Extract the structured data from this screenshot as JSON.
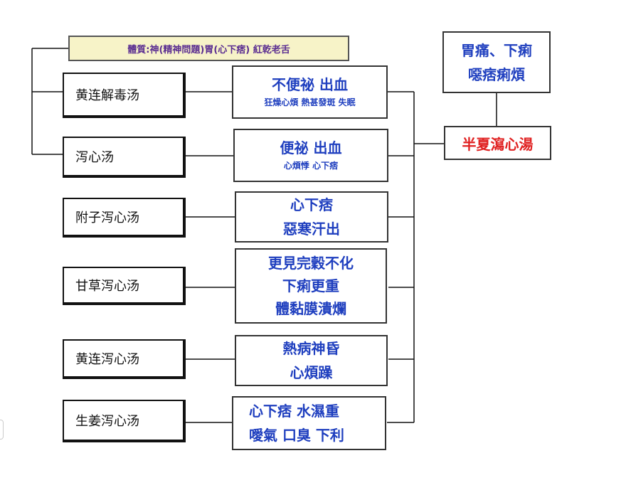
{
  "constitution": "體質:神(精神問題)胃(心下痞) 紅乾老舌",
  "chief_complaint": [
    "胃痛、下痢",
    "噁痞痢煩"
  ],
  "main_formula": "半夏瀉心湯",
  "colors": {
    "symptom_text": "#1f3fbf",
    "main_formula_text": "#e02020",
    "constitution_bg": "#f7f3c8",
    "constitution_text": "#5a2d91"
  },
  "formulas": [
    {
      "herb": "黄连解毒汤",
      "symptoms": [
        "不便祕  出血"
      ],
      "note": "狂燥心煩 熱甚發斑 失眠"
    },
    {
      "herb": "泻心汤",
      "symptoms": [
        "便祕 出血"
      ],
      "note": "心煩悸 心下痞"
    },
    {
      "herb": "附子泻心汤",
      "symptoms": [
        "心下痞",
        "惡寒汗出"
      ]
    },
    {
      "herb": "甘草泻心汤",
      "symptoms": [
        "更見完穀不化",
        "下痢更重",
        "體黏膜潰爛"
      ]
    },
    {
      "herb": "黄连泻心汤",
      "symptoms": [
        "熱病神昏",
        "心煩躁"
      ]
    },
    {
      "herb": "生姜泻心汤",
      "symptoms": [
        "心下痞 水濕重",
        "噯氣 口臭 下利"
      ]
    }
  ]
}
